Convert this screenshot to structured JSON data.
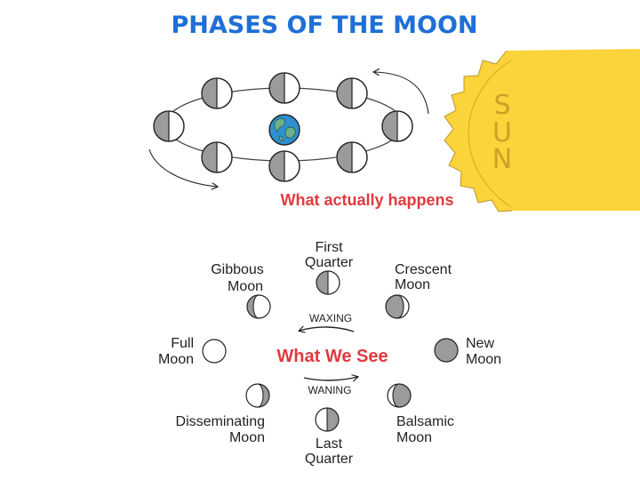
{
  "title": "PHASES OF THE MOON",
  "sun_letters": [
    "S",
    "U",
    "N"
  ],
  "orbit_caption": "What actually happens",
  "center_caption": "What We See",
  "waxing_label": "WAXING",
  "waning_label": "WANING",
  "phases": {
    "first_quarter": [
      "First",
      "Quarter"
    ],
    "gibbous": [
      "Gibbous",
      "Moon"
    ],
    "crescent": [
      "Crescent",
      "Moon"
    ],
    "full": [
      "Full",
      "Moon"
    ],
    "new": [
      "New",
      "Moon"
    ],
    "disseminating": [
      "Disseminating",
      "Moon"
    ],
    "balsamic": [
      "Balsamic",
      "Moon"
    ],
    "last_quarter": [
      "Last",
      "Quarter"
    ]
  },
  "colors": {
    "title": "#1e6fd6",
    "caption_red": "#e03a3e",
    "sun_fill": "#fbd33a",
    "sun_text": "#c9a227",
    "moon_shadow": "#9b9b9b",
    "earth": "#2e8fd1"
  },
  "icons": {
    "earth": "earth-globe-icon",
    "sun": "sun-icon"
  }
}
